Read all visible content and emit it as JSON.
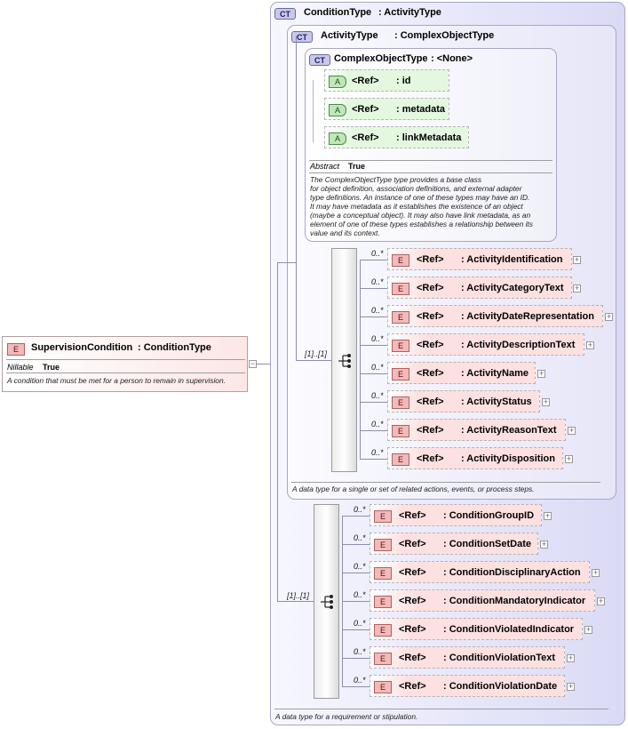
{
  "root_element": {
    "badge": "E",
    "name": "SupervisionCondition",
    "type": ": ConditionType",
    "prop_key": "Nillable",
    "prop_value": "True",
    "description": "A condition that must be met for a person to remain in supervision."
  },
  "condition_type": {
    "badge": "CT",
    "name": "ConditionType",
    "base": ": ActivityType",
    "description": "A data type for a requirement or stipulation.",
    "sequence_multiplicity": "[1]..[1]",
    "elements": [
      {
        "card": "0..*",
        "ref": "<Ref>",
        "name": ": ConditionGroupID"
      },
      {
        "card": "0..*",
        "ref": "<Ref>",
        "name": ": ConditionSetDate"
      },
      {
        "card": "0..*",
        "ref": "<Ref>",
        "name": ": ConditionDisciplinaryAction"
      },
      {
        "card": "0..*",
        "ref": "<Ref>",
        "name": ": ConditionMandatoryIndicator"
      },
      {
        "card": "0..*",
        "ref": "<Ref>",
        "name": ": ConditionViolatedIndicator"
      },
      {
        "card": "0..*",
        "ref": "<Ref>",
        "name": ": ConditionViolationText"
      },
      {
        "card": "0..*",
        "ref": "<Ref>",
        "name": ": ConditionViolationDate"
      }
    ]
  },
  "activity_type": {
    "badge": "CT",
    "name": "ActivityType",
    "base": ": ComplexObjectType",
    "description": "A data type for a single or set of related actions, events, or process steps.",
    "sequence_multiplicity": "[1]..[1]",
    "elements": [
      {
        "card": "0..*",
        "ref": "<Ref>",
        "name": ": ActivityIdentification"
      },
      {
        "card": "0..*",
        "ref": "<Ref>",
        "name": ": ActivityCategoryText"
      },
      {
        "card": "0..*",
        "ref": "<Ref>",
        "name": ": ActivityDateRepresentation"
      },
      {
        "card": "0..*",
        "ref": "<Ref>",
        "name": ": ActivityDescriptionText"
      },
      {
        "card": "0..*",
        "ref": "<Ref>",
        "name": ": ActivityName"
      },
      {
        "card": "0..*",
        "ref": "<Ref>",
        "name": ": ActivityStatus"
      },
      {
        "card": "0..*",
        "ref": "<Ref>",
        "name": ": ActivityReasonText"
      },
      {
        "card": "0..*",
        "ref": "<Ref>",
        "name": ": ActivityDisposition"
      }
    ]
  },
  "complex_object_type": {
    "badge": "CT",
    "name": "ComplexObjectType",
    "base": ": <None>",
    "attributes": [
      {
        "badge": "A",
        "ref": "<Ref>",
        "name": ": id"
      },
      {
        "badge": "A",
        "ref": "<Ref>",
        "name": ": metadata"
      },
      {
        "badge": "A",
        "ref": "<Ref>",
        "name": ": linkMetadata"
      }
    ],
    "prop_key": "Abstract",
    "prop_value": "True",
    "description_lines": [
      "The ComplexObjectType type provides a base class",
      "for object definition, association definitions, and external adapter",
      "type definitions. An instance of one of these types may have an ID.",
      "It may have metadata as it establishes the existence of an object",
      "(maybe a conceptual object). It may also have link metadata, as an",
      "element of one of these types establishes a relationship between its",
      "value and its context."
    ]
  },
  "icons": {
    "plus": "+",
    "minus": "−",
    "element_badge": "E",
    "attribute_badge": "A"
  }
}
